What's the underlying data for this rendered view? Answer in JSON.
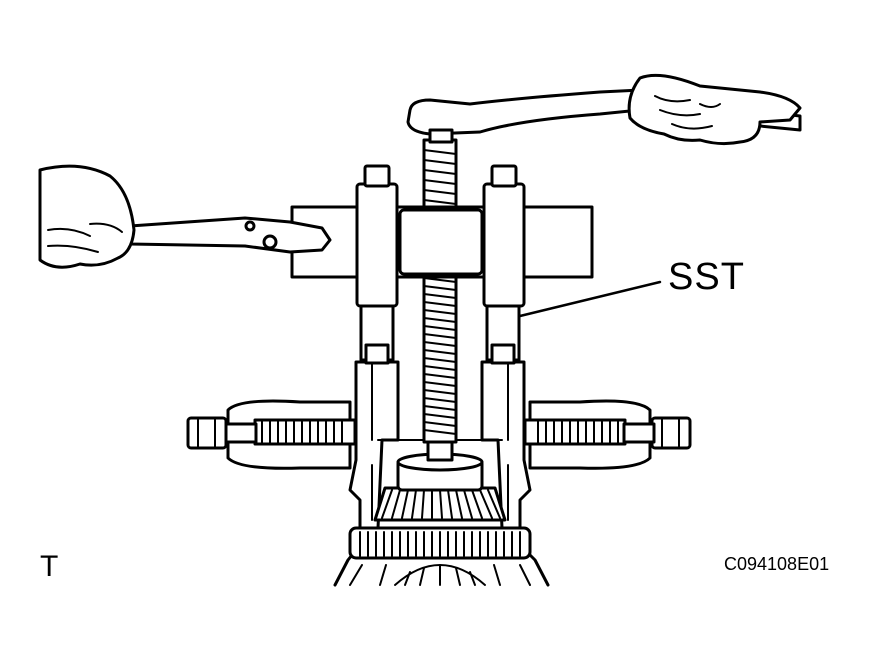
{
  "labels": {
    "sst": "SST",
    "corner_mark": "T",
    "figure_code": "C094108E01"
  }
}
